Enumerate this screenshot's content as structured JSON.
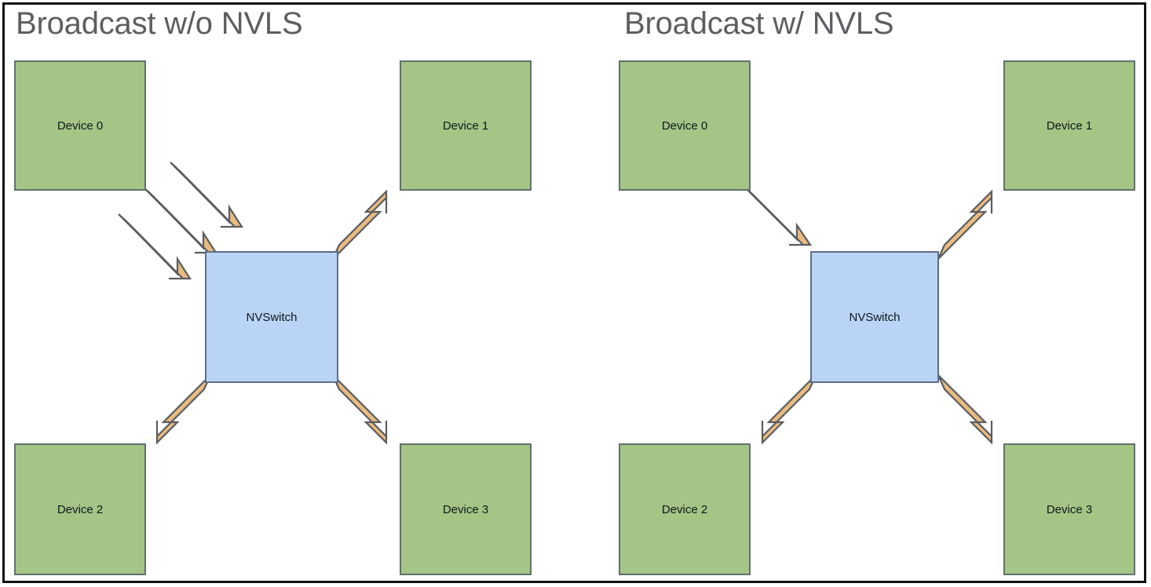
{
  "figure": {
    "background_color": "#ffffff",
    "frame_color": "#111214",
    "device_fill": "#a4c585",
    "device_border": "#61716b",
    "switch_fill": "#b9d4f4",
    "switch_border": "#5d6e88",
    "arrow_fill": "#e9bb81",
    "arrow_border": "#5a5d60",
    "title_color": "#5c5e61"
  },
  "panels": [
    {
      "id": "without-nvls",
      "title": "Broadcast w/o NVLS",
      "nodes": {
        "device0": "Device 0",
        "device1": "Device 1",
        "device2": "Device 2",
        "device3": "Device 3",
        "switch": "NVSwitch"
      },
      "arrows": [
        {
          "from": "device0",
          "to": "switch",
          "direction": "down-right",
          "count": 3
        },
        {
          "from": "switch",
          "to": "device1",
          "direction": "up-right",
          "count": 1
        },
        {
          "from": "switch",
          "to": "device2",
          "direction": "down-left",
          "count": 1
        },
        {
          "from": "switch",
          "to": "device3",
          "direction": "down-right",
          "count": 1
        }
      ]
    },
    {
      "id": "with-nvls",
      "title": "Broadcast w/ NVLS",
      "nodes": {
        "device0": "Device 0",
        "device1": "Device 1",
        "device2": "Device 2",
        "device3": "Device 3",
        "switch": "NVSwitch"
      },
      "arrows": [
        {
          "from": "device0",
          "to": "switch",
          "direction": "down-right",
          "count": 1
        },
        {
          "from": "switch",
          "to": "device1",
          "direction": "up-right",
          "count": 1
        },
        {
          "from": "switch",
          "to": "device2",
          "direction": "down-left",
          "count": 1
        },
        {
          "from": "switch",
          "to": "device3",
          "direction": "down-right",
          "count": 1
        }
      ]
    }
  ]
}
